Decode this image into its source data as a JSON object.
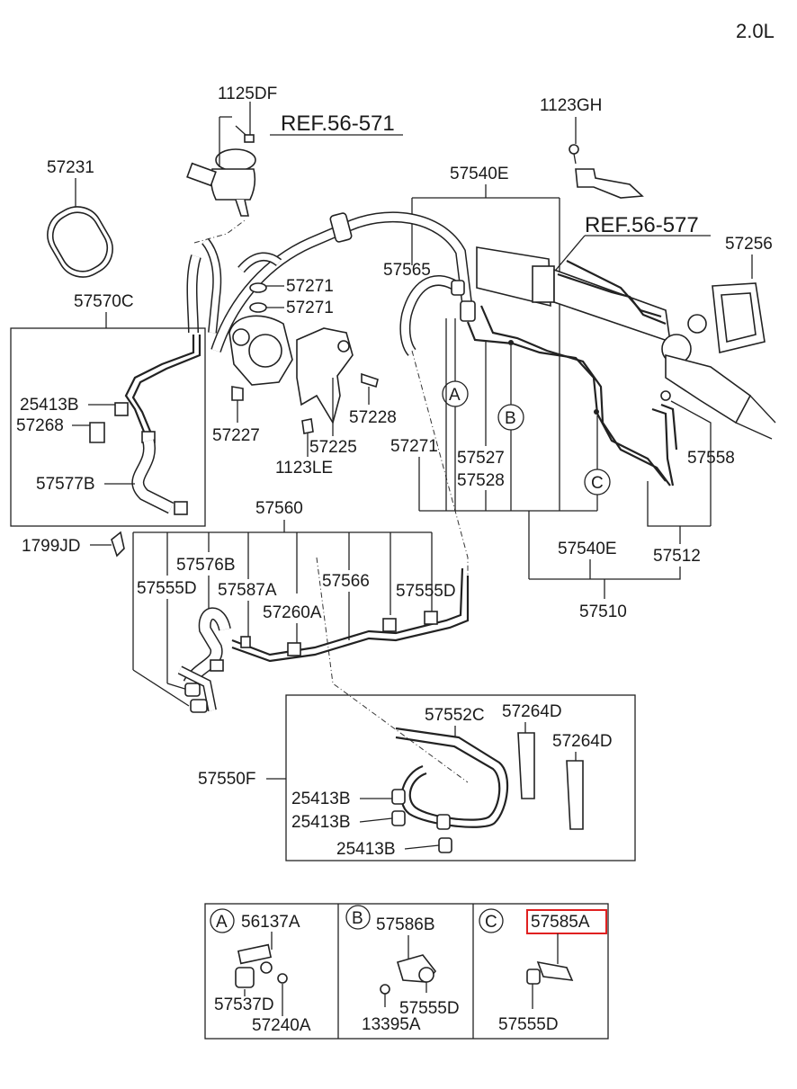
{
  "engine_spec": "2.0L",
  "references": [
    "REF.56-571",
    "REF.56-577"
  ],
  "highlight_color": "#e02020",
  "part_labels": {
    "p1125DF": "1125DF",
    "p57231": "57231",
    "p1123GH": "1123GH",
    "p57540E_top": "57540E",
    "p57256": "57256",
    "p57565": "57565",
    "p57271_a": "57271",
    "p57271_b": "57271",
    "p57570C": "57570C",
    "p25413B_left": "25413B",
    "p57268": "57268",
    "p57577B": "57577B",
    "p57227": "57227",
    "p57228": "57228",
    "p57225": "57225",
    "p1123LE": "1123LE",
    "p57271_c": "57271",
    "p57527": "57527",
    "p57528": "57528",
    "p57558": "57558",
    "p57560": "57560",
    "p1799JD": "1799JD",
    "p57576B": "57576B",
    "p57555D_left": "57555D",
    "p57587A": "57587A",
    "p57566": "57566",
    "p57555D_mid": "57555D",
    "p57260A": "57260A",
    "p57540E_bottom": "57540E",
    "p57512": "57512",
    "p57510": "57510",
    "p57552C": "57552C",
    "p57264D_a": "57264D",
    "p57264D_b": "57264D",
    "p57550F": "57550F",
    "p25413B_a": "25413B",
    "p25413B_b": "25413B",
    "p25413B_c": "25413B"
  },
  "callouts": {
    "A": "A",
    "B": "B",
    "C": "C"
  },
  "detail_panels": {
    "A": {
      "letter": "A",
      "labels": [
        "56137A",
        "57537D",
        "57240A"
      ]
    },
    "B": {
      "letter": "B",
      "labels": [
        "57586B",
        "13395A",
        "57555D"
      ]
    },
    "C": {
      "letter": "C",
      "labels": [
        "57585A",
        "57555D"
      ],
      "highlighted": "57585A"
    }
  }
}
